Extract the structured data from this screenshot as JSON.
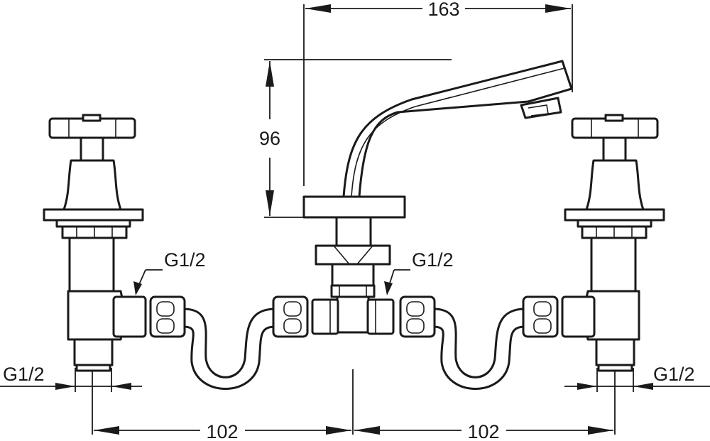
{
  "dimensions": {
    "spout_reach": "163",
    "spout_height": "96",
    "left_spacing": "102",
    "right_spacing": "102"
  },
  "threads": {
    "left_valve_inlet": "G1/2",
    "center_body_inlet": "G1/2",
    "left_tail": "G1/2",
    "right_tail": "G1/2"
  }
}
